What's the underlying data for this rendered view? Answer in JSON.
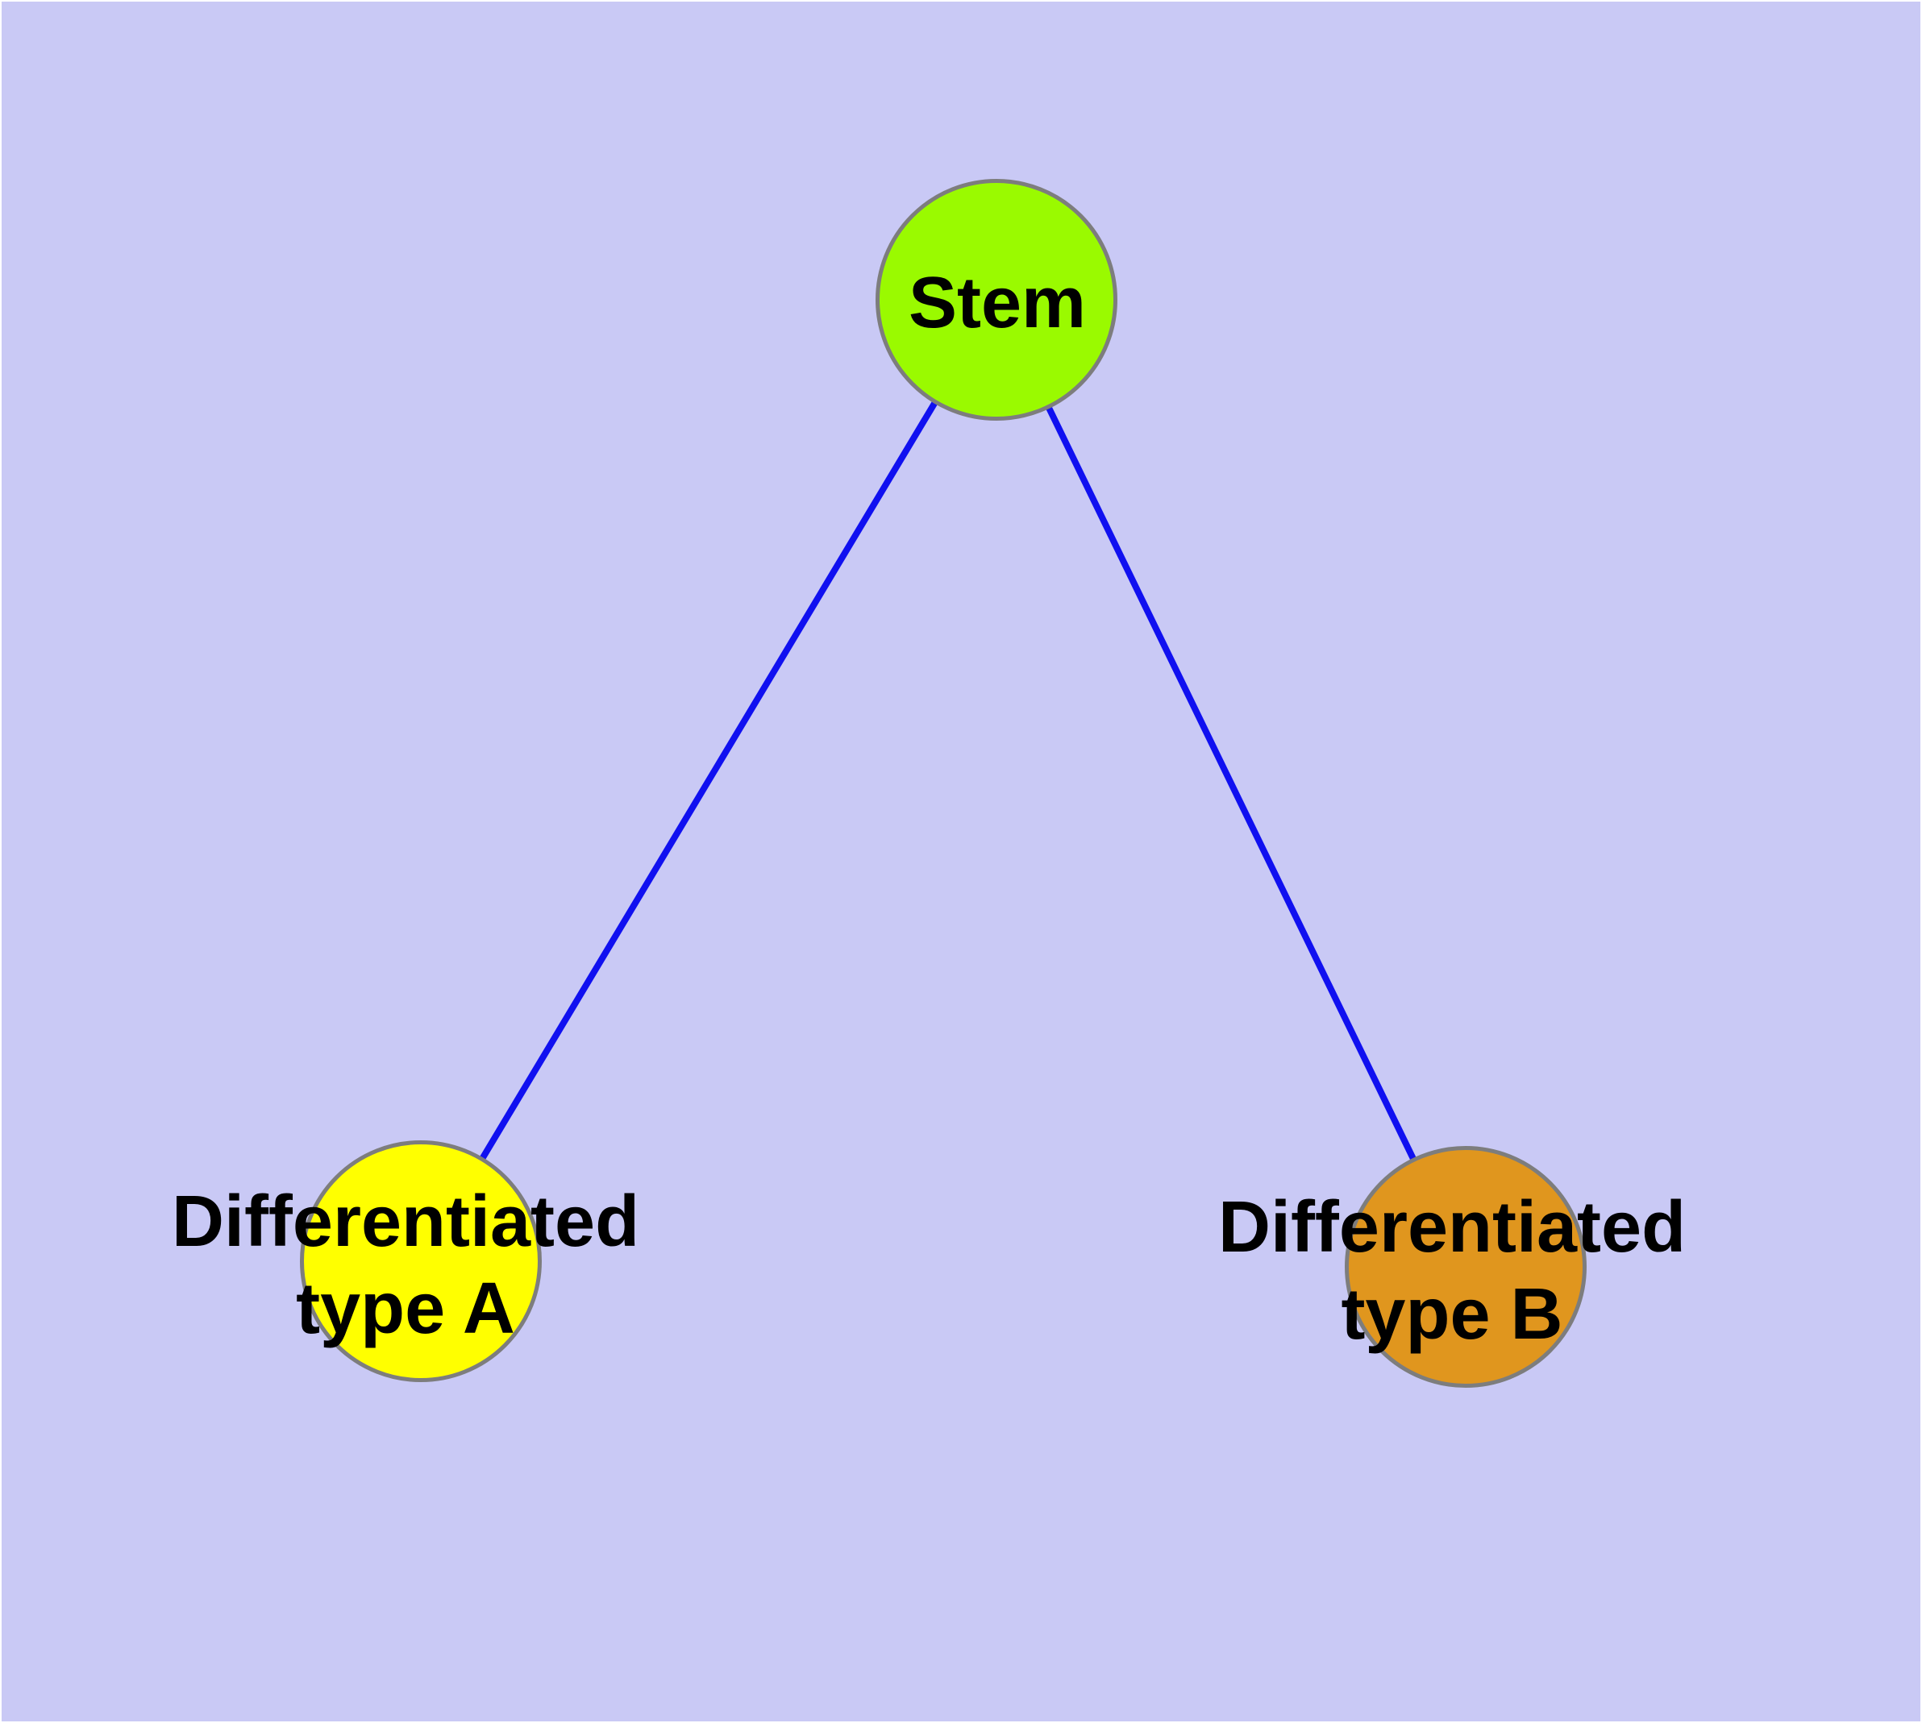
{
  "diagram": {
    "type": "node-link-graph",
    "nodes": [
      {
        "id": "stem",
        "label": "Stem",
        "fill": "#9AFA00",
        "shape": "circle"
      },
      {
        "id": "differentiated-type-a",
        "label": "Differentiated\ntype A",
        "fill": "#FFFF00",
        "shape": "circle"
      },
      {
        "id": "differentiated-type-b",
        "label": "Differentiated\ntype B",
        "fill": "#E0961E",
        "shape": "circle"
      }
    ],
    "edges": [
      {
        "from": "stem",
        "to": "differentiated-type-a"
      },
      {
        "from": "stem",
        "to": "differentiated-type-b"
      }
    ],
    "colors": {
      "background": "#C9C9F5",
      "edge": "#1010F0",
      "node_border": "#7D7D7D",
      "label": "#000000"
    }
  }
}
